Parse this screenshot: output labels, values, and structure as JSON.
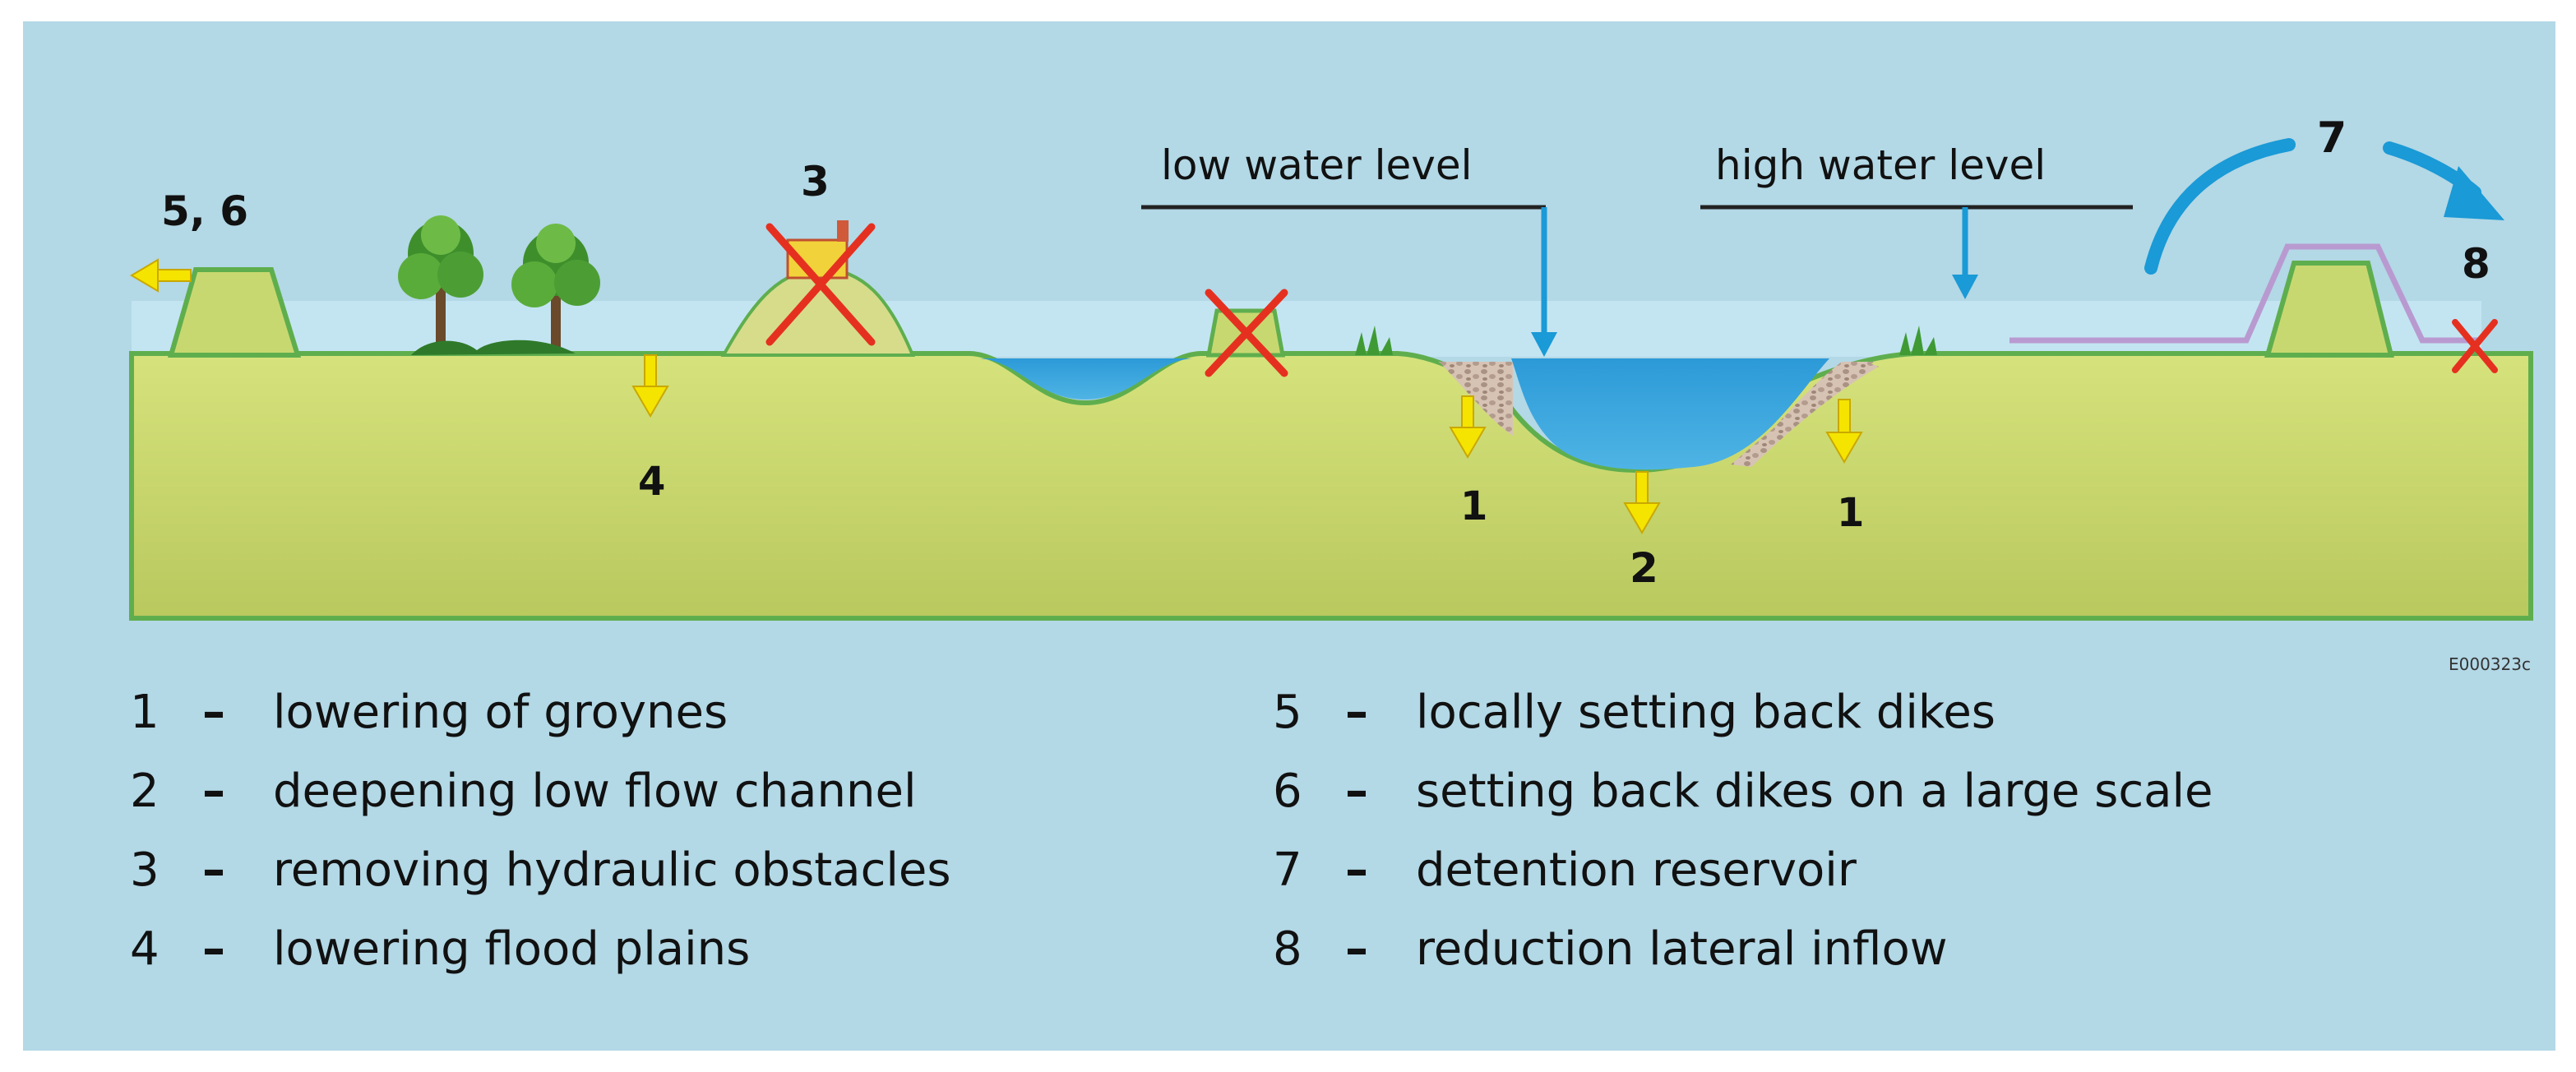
{
  "diagram": {
    "markers": {
      "m56": "5, 6",
      "m3": "3",
      "m4": "4",
      "m1a": "1",
      "m2": "2",
      "m1b": "1",
      "m7": "7",
      "m8": "8"
    },
    "low_water_label": "low water level",
    "high_water_label": "high water level",
    "figure_code": "E000323c",
    "colors": {
      "background": "#b3d8e6",
      "ground": "#c8d870",
      "ground_edge": "#5fae4e",
      "water": "#3fa8dc",
      "flood_water": "#c4e6f2",
      "arrow_yellow": "#f5e400",
      "cross_red": "#e53020",
      "arrow_blue": "#1a9ad6",
      "dike_line": "#b89ad0"
    }
  },
  "legend": {
    "items": [
      {
        "num": "1",
        "text": "lowering of groynes"
      },
      {
        "num": "2",
        "text": "deepening low flow channel"
      },
      {
        "num": "3",
        "text": "removing hydraulic obstacles"
      },
      {
        "num": "4",
        "text": "lowering flood plains"
      },
      {
        "num": "5",
        "text": "locally setting back dikes"
      },
      {
        "num": "6",
        "text": "setting back dikes on a large scale"
      },
      {
        "num": "7",
        "text": "detention reservoir"
      },
      {
        "num": "8",
        "text": "reduction lateral inflow"
      }
    ]
  }
}
